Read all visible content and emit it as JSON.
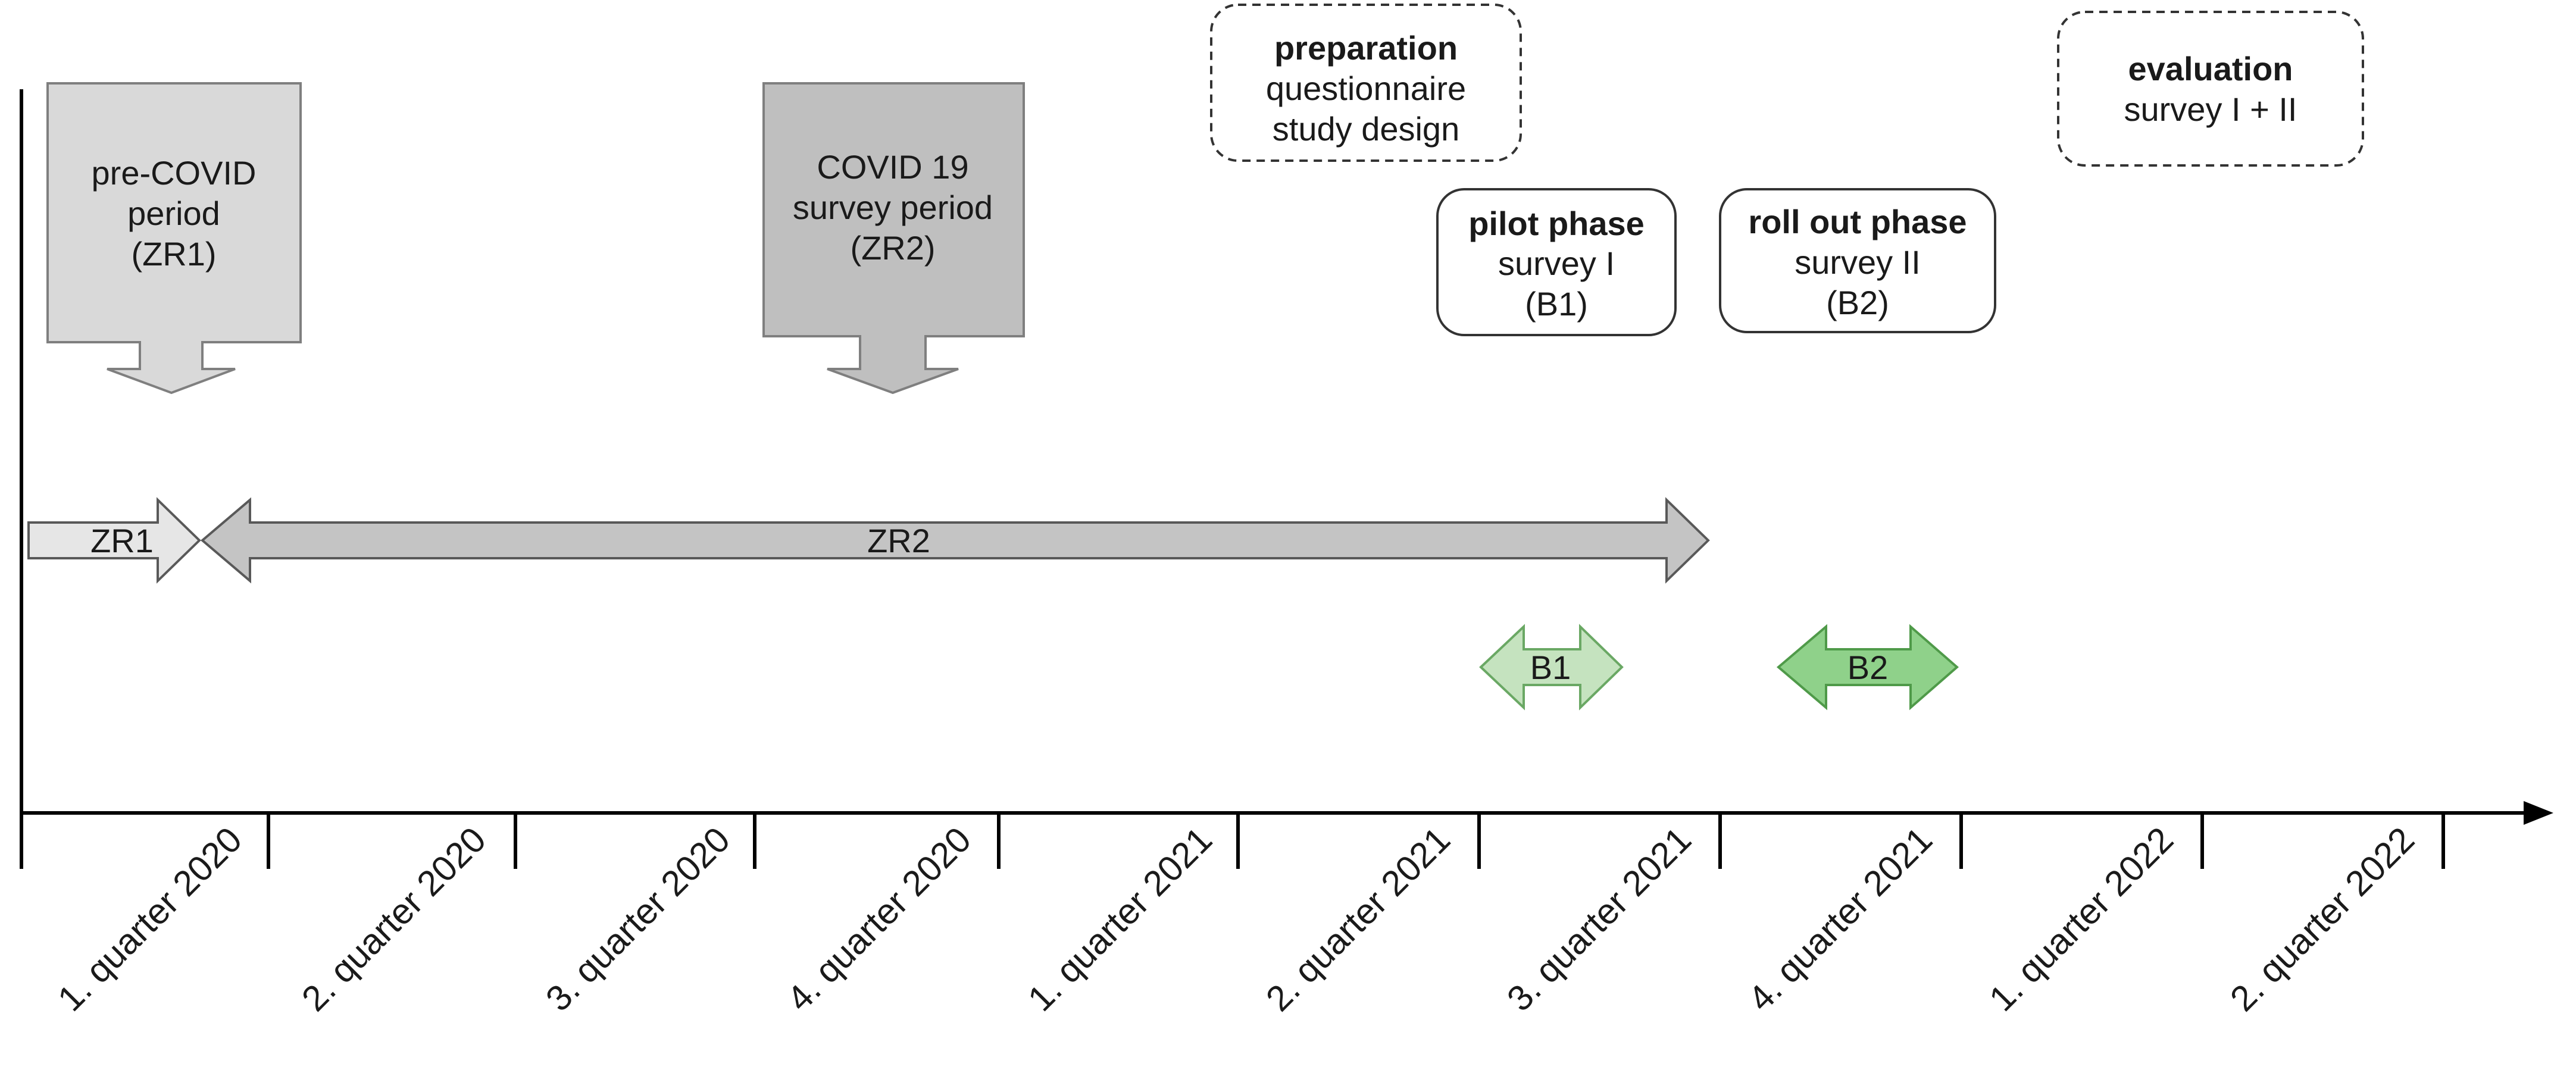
{
  "colors": {
    "zr1_box": "#d9d9d9",
    "zr2_box": "#bfbfbf",
    "zr1_arrow": "#e6e6e6",
    "zr2_arrow": "#c4c4c4",
    "b1_arrow": "#c5e3bf",
    "b2_arrow": "#8fd18a",
    "axis": "#000000",
    "border": "#7f7f7f"
  },
  "period_boxes": [
    {
      "lines": [
        "pre-COVID",
        "period",
        "(ZR1)"
      ]
    },
    {
      "lines": [
        "COVID 19",
        "survey period",
        "(ZR2)"
      ]
    }
  ],
  "phase_boxes": [
    {
      "title": "preparation",
      "lines": [
        "questionnaire",
        "study design"
      ]
    },
    {
      "title": "pilot phase",
      "lines": [
        "survey I",
        "(B1)"
      ]
    },
    {
      "title": "roll out phase",
      "lines": [
        "survey II",
        "(B2)"
      ]
    },
    {
      "title": "evaluation",
      "lines": [
        "survey I + II"
      ]
    }
  ],
  "timeline_arrows": [
    {
      "label": "ZR1"
    },
    {
      "label": "ZR2"
    },
    {
      "label": "B1"
    },
    {
      "label": "B2"
    }
  ],
  "quarters": [
    "1. quarter 2020",
    "2. quarter 2020",
    "3. quarter 2020",
    "4. quarter 2020",
    "1. quarter 2021",
    "2. quarter 2021",
    "3. quarter 2021",
    "4. quarter 2021",
    "1. quarter 2022",
    "2. quarter 2022"
  ]
}
